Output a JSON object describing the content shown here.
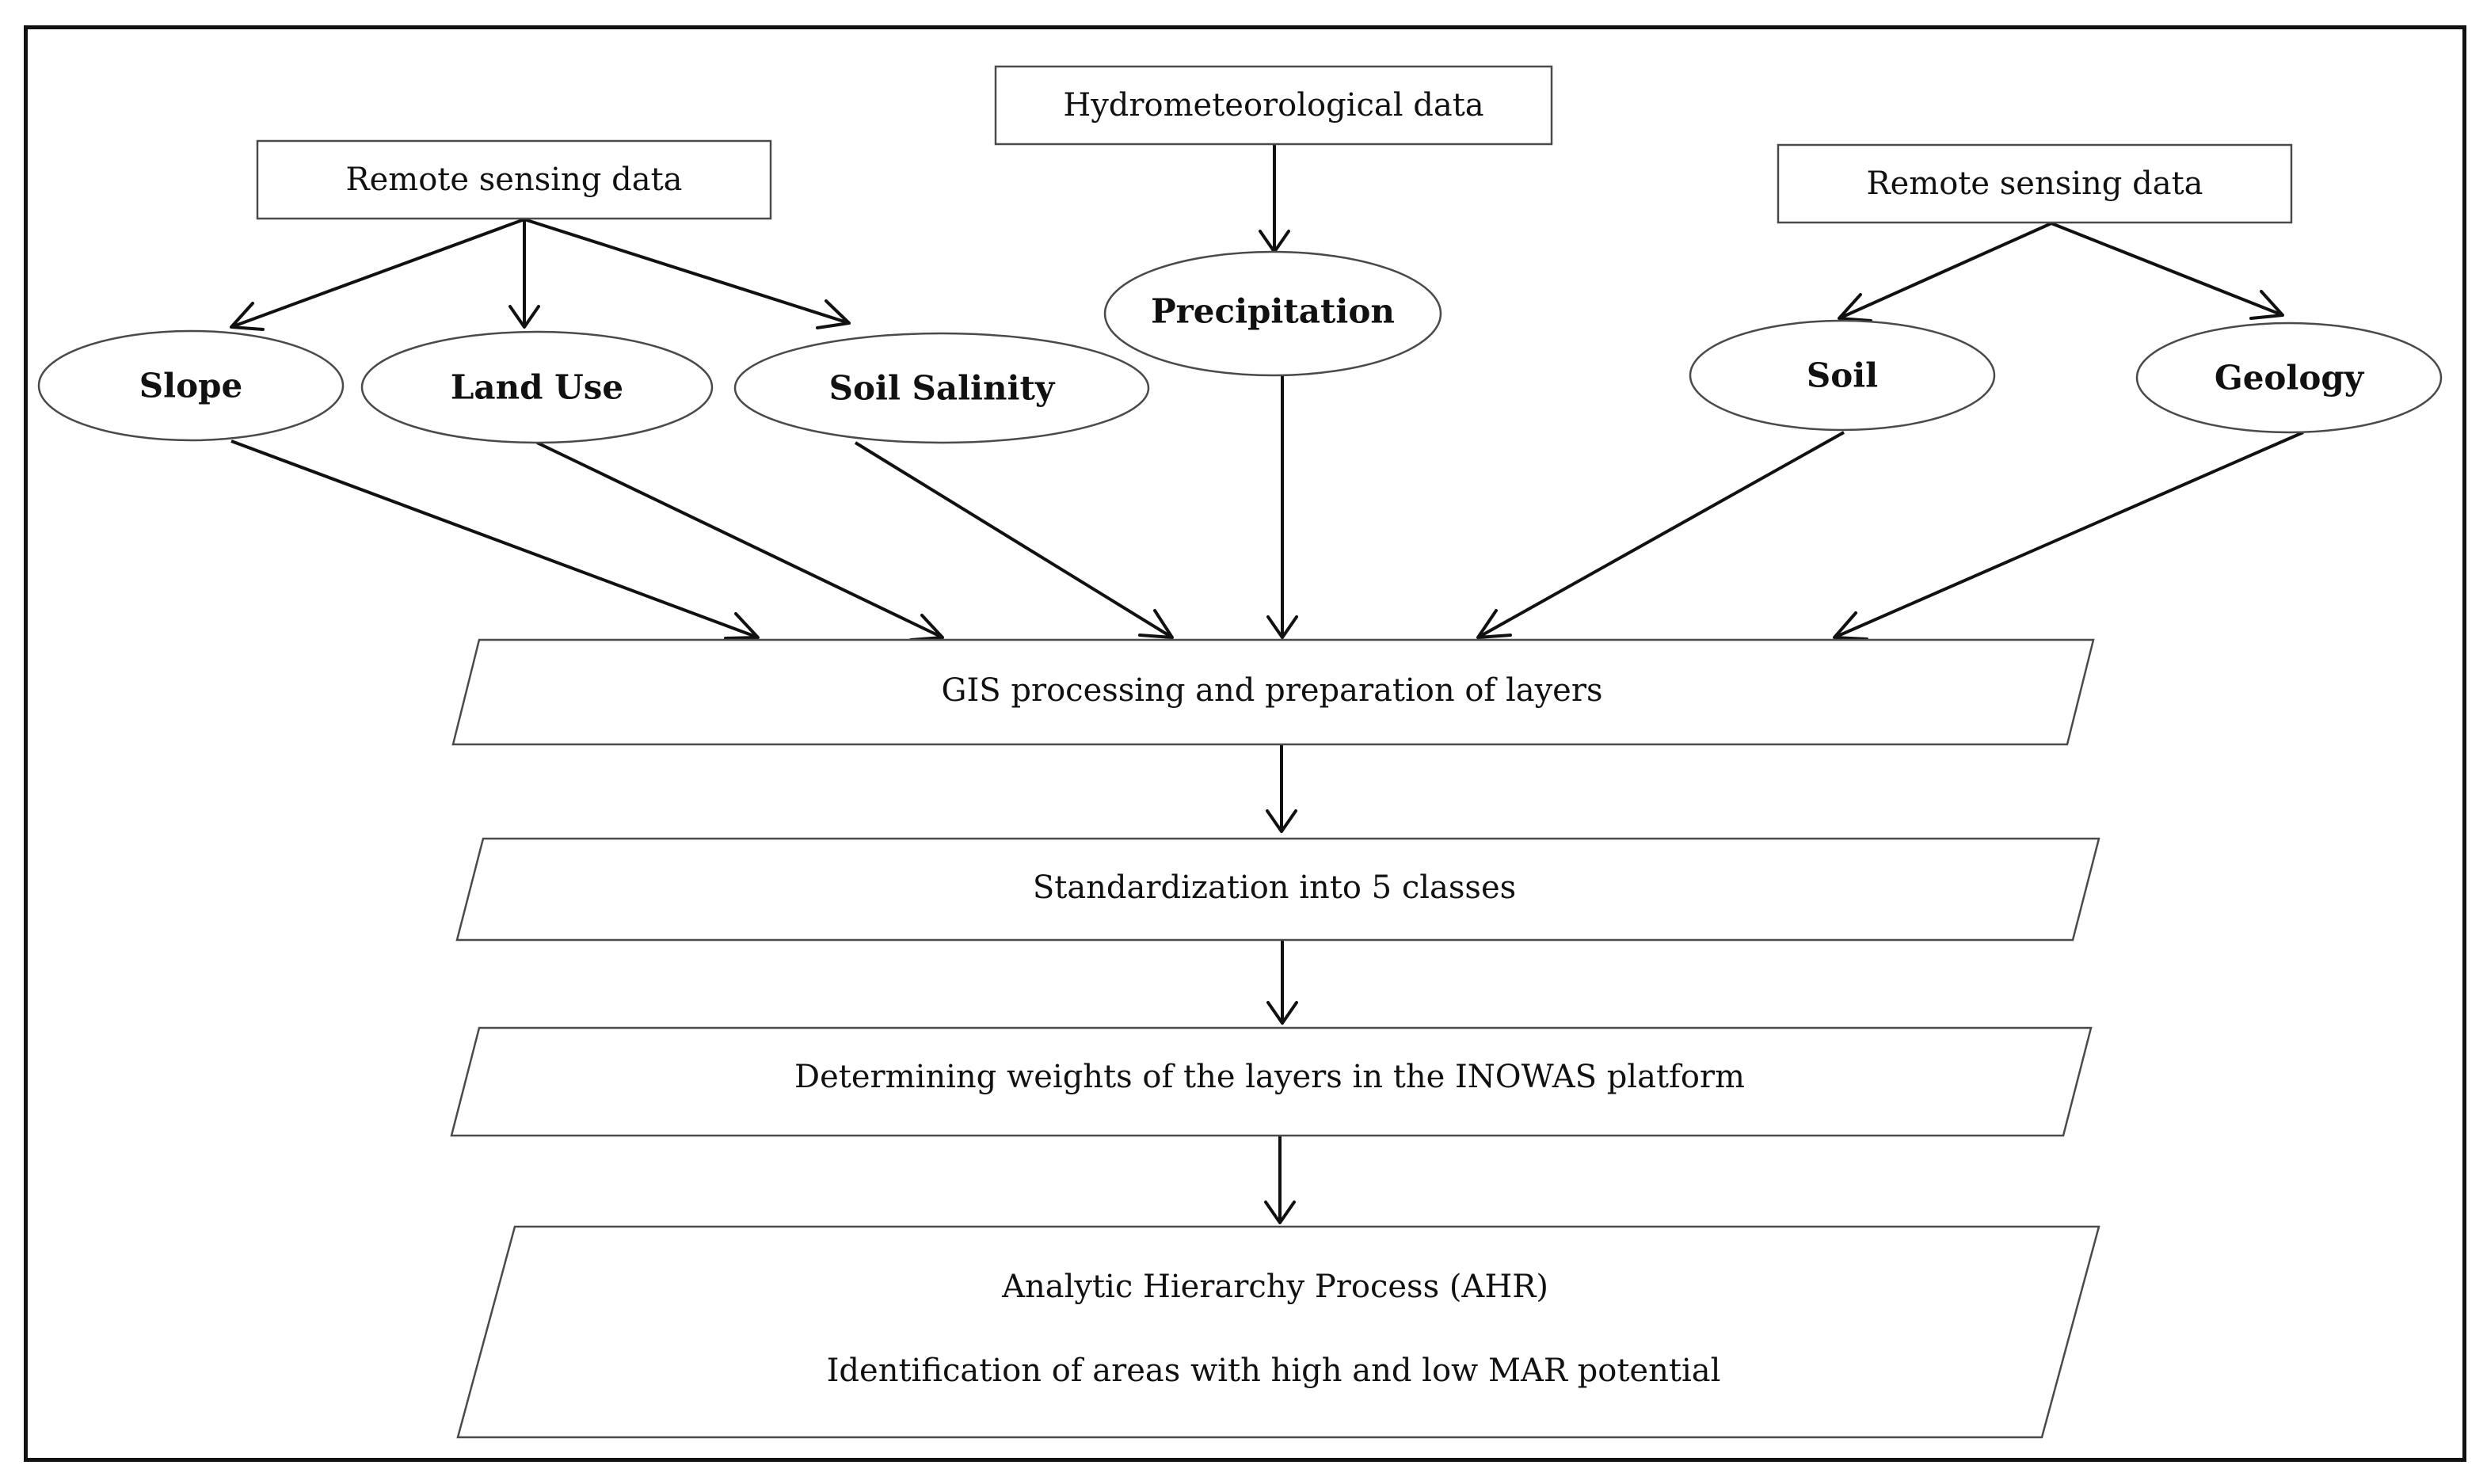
{
  "diagram": {
    "sources": {
      "remote_sensing_left": "Remote sensing data",
      "hydrometeorological": "Hydrometeorological data",
      "remote_sensing_right": "Remote sensing data"
    },
    "layers": {
      "slope": "Slope",
      "land_use": "Land Use",
      "soil_salinity": "Soil Salinity",
      "precipitation": "Precipitation",
      "soil": "Soil",
      "geology": "Geology"
    },
    "steps": {
      "gis_processing": "GIS processing and preparation of layers",
      "standardization": "Standardization into 5 classes",
      "weights": "Determining weights of the layers in the INOWAS platform",
      "ahp": "Analytic Hierarchy Process (AHR)",
      "identification": "Identification of areas with high and low MAR potential"
    },
    "colors": {
      "line": "#111111",
      "box_border": "#4a4a4a",
      "background": "#ffffff"
    }
  }
}
